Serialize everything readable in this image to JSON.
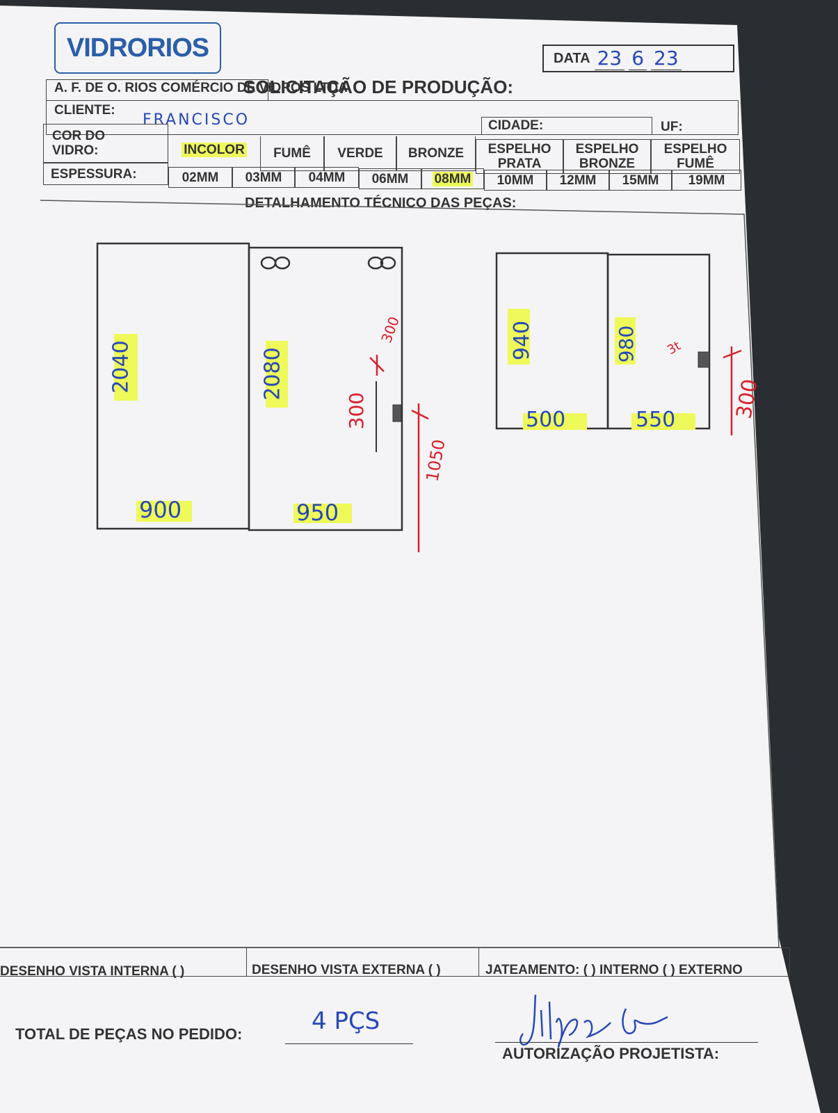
{
  "header": {
    "logo": "VIDRORIOS",
    "date_label": "DATA",
    "date_day": "23",
    "date_month": "6",
    "date_year": "23",
    "title": "SOLICITAÇÃO DE PRODUÇÃO:",
    "company": "A. F. DE O. RIOS COMÉRCIO DE VIDROS LTDA"
  },
  "client": {
    "label": "CLIENTE:",
    "value": "FRANCISCO",
    "city_label": "CIDADE:",
    "uf_label": "UF:"
  },
  "glass_color": {
    "label": "COR DO VIDRO:",
    "options": [
      "INCOLOR",
      "FUMÊ",
      "VERDE",
      "BRONZE",
      "ESPELHO PRATA",
      "ESPELHO BRONZE",
      "ESPELHO FUMÊ"
    ],
    "selected": "INCOLOR"
  },
  "thickness": {
    "label": "ESPESSURA:",
    "options": [
      "02MM",
      "03MM",
      "04MM",
      "06MM",
      "08MM",
      "10MM",
      "12MM",
      "15MM",
      "19MM"
    ],
    "selected": "08MM"
  },
  "detail_title": "DETALHAMENTO TÉCNICO DAS PEÇAS:",
  "drawing": {
    "left": {
      "panel_a_height": "2040",
      "panel_a_width": "900",
      "panel_b_height": "2080",
      "panel_b_width": "950",
      "red_offset_top": "300",
      "handle_offset": "300",
      "red_height": "1050"
    },
    "right": {
      "panel_a_height": "940",
      "panel_a_width": "500",
      "panel_b_height": "980",
      "panel_b_width": "550",
      "red_height": "300",
      "red_note": "3t"
    },
    "highlight_color": "#eef95a",
    "pen_blue": "#2747b8",
    "pen_red": "#d9202a"
  },
  "footer": {
    "view_internal": "DESENHO VISTA INTERNA ( )",
    "view_external": "DESENHO VISTA EXTERNA ( )",
    "sandblast": "JATEAMENTO: ( ) INTERNO ( ) EXTERNO",
    "total_label": "TOTAL DE PEÇAS NO PEDIDO:",
    "total_value": "4 PÇS",
    "authorization_label": "AUTORIZAÇÃO PROJETISTA:"
  }
}
